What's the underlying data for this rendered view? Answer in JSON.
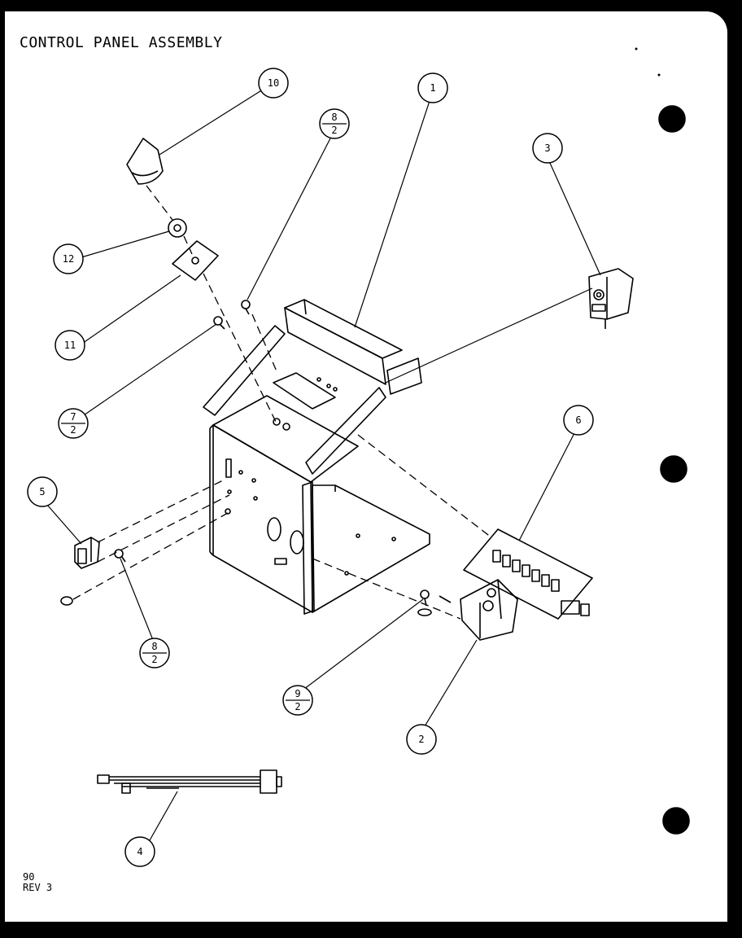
{
  "title": "CONTROL PANEL ASSEMBLY",
  "footer": {
    "line1": "90",
    "line2": "REV 3"
  },
  "callouts": [
    {
      "id": "c10",
      "label": "10"
    },
    {
      "id": "c1",
      "label": "1"
    },
    {
      "id": "c8a",
      "num": "8",
      "den": "2"
    },
    {
      "id": "c3",
      "label": "3"
    },
    {
      "id": "c12",
      "label": "12"
    },
    {
      "id": "c11",
      "label": "11"
    },
    {
      "id": "c7",
      "num": "7",
      "den": "2"
    },
    {
      "id": "c6",
      "label": "6"
    },
    {
      "id": "c5",
      "label": "5"
    },
    {
      "id": "c8b",
      "num": "8",
      "den": "2"
    },
    {
      "id": "c9",
      "num": "9",
      "den": "2"
    },
    {
      "id": "c2",
      "label": "2"
    },
    {
      "id": "c4",
      "label": "4"
    }
  ],
  "colors": {
    "ink": "#000000",
    "paper": "#ffffff",
    "background": "#000000"
  }
}
